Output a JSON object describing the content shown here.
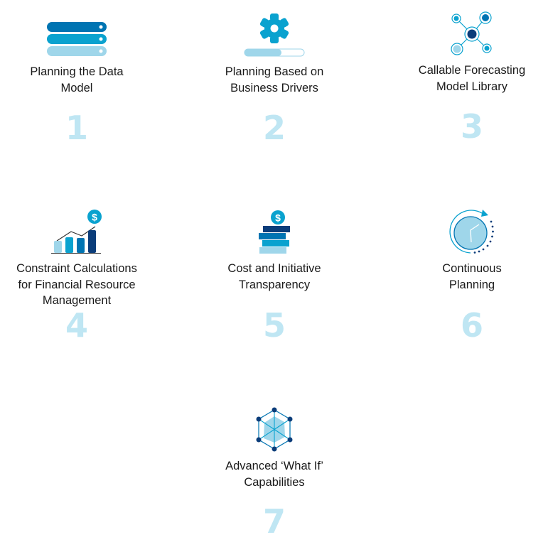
{
  "colors": {
    "dark_navy": "#0b3d7a",
    "blue": "#0074b2",
    "cyan": "#0aa2cf",
    "light_blue": "#9fd6ea",
    "number": "#bfe6f3",
    "text": "#1a1a1a"
  },
  "steps": [
    {
      "number": "1",
      "label_lines": [
        "Planning the Data",
        "Model"
      ],
      "icon": "database-stack-icon"
    },
    {
      "number": "2",
      "label_lines": [
        "Planning Based on",
        "Business Drivers"
      ],
      "icon": "gear-progress-icon"
    },
    {
      "number": "3",
      "label_lines": [
        "Callable Forecasting",
        "Model Library"
      ],
      "icon": "network-nodes-icon"
    },
    {
      "number": "4",
      "label_lines": [
        "Constraint Calculations",
        "for Financial Resource",
        "Management"
      ],
      "icon": "bar-chart-dollar-icon"
    },
    {
      "number": "5",
      "label_lines": [
        "Cost and Initiative",
        "Transparency"
      ],
      "icon": "coin-stack-dollar-icon"
    },
    {
      "number": "6",
      "label_lines": [
        "Continuous",
        "Planning"
      ],
      "icon": "clock-cycle-icon"
    },
    {
      "number": "7",
      "label_lines": [
        "Advanced ‘What If’",
        "Capabilities"
      ],
      "icon": "radar-hexagon-icon"
    }
  ]
}
